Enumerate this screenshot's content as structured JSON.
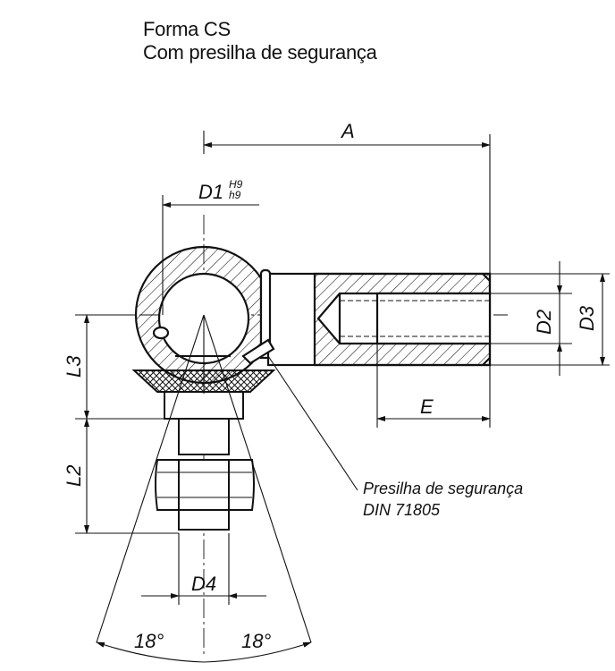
{
  "header": {
    "form": "Forma CS",
    "subtitle": "Com presilha de segurança"
  },
  "dimensions": {
    "A": "A",
    "D1": "D1",
    "D1_tol_upper": "H9",
    "D1_tol_lower": "h9",
    "D2": "D2",
    "D3": "D3",
    "L3": "L3",
    "L2": "L2",
    "E": "E",
    "D4": "D4",
    "angle_left": "18°",
    "angle_right": "18°"
  },
  "callout": {
    "line1": "Presilha de segurança",
    "line2": "DIN 71805"
  },
  "colors": {
    "line": "#111111",
    "background": "#ffffff"
  }
}
